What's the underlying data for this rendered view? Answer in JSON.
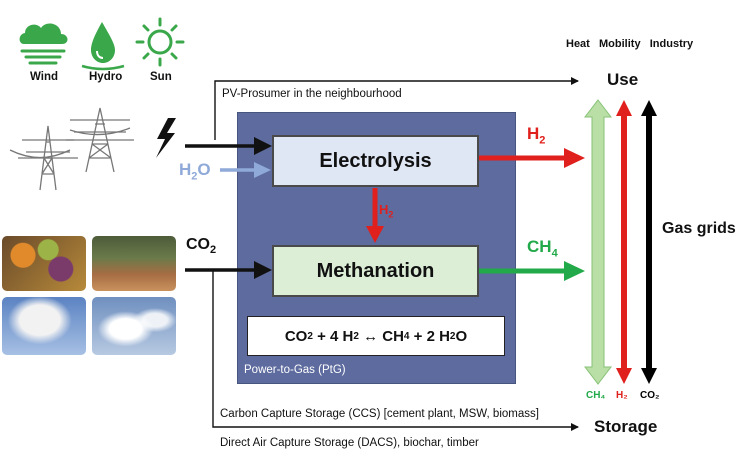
{
  "energy_sources": [
    {
      "label": "Wind",
      "icon": "wind-cloud-icon"
    },
    {
      "label": "Hydro",
      "icon": "water-drop-icon"
    },
    {
      "label": "Sun",
      "icon": "sun-icon"
    }
  ],
  "header": {
    "heat": "Heat",
    "mobility": "Mobility",
    "industry": "Industry"
  },
  "use_label": "Use",
  "storage_label": "Storage",
  "gas_grids_label": "Gas grids",
  "prosumer_label": "PV-Prosumer in the neighbourhood",
  "ccs_label": "Carbon Capture Storage (CCS) [cement plant, MSW, biomass]",
  "dacs_label": "Direct Air Capture Storage (DACS), biochar, timber",
  "ptg_label": "Power-to-Gas (PtG)",
  "electrolysis_label": "Electrolysis",
  "methanation_label": "Methanation",
  "water": {
    "base": "H",
    "sub": "2",
    "tail": "O"
  },
  "h2": {
    "base": "H",
    "sub": "2"
  },
  "ch4": {
    "base": "CH",
    "sub": "4"
  },
  "co2": {
    "base": "CO",
    "sub": "2"
  },
  "equation": {
    "a": "CO",
    "a_sub": "2",
    "b": " + 4 H",
    "b_sub": "2",
    "c": " ↔ CH",
    "c_sub": "4",
    "d": " + 2 H",
    "d_sub": "2",
    "e": "O"
  },
  "grid_labels": {
    "ch4": "CH₄",
    "h2": "H₂",
    "co2": "CO₂"
  },
  "colors": {
    "ptg_box": "#5d6b9f",
    "electrolysis_fill": "#dfe7f5",
    "methanation_fill": "#dcefd6",
    "h2_arrow": "#e0201c",
    "ch4_arrow": "#22a94a",
    "ch4_grid": "#b9dfa6",
    "co2_grid": "#000000",
    "water_arrow": "#8fa9d9",
    "source_green": "#3aa84a"
  }
}
